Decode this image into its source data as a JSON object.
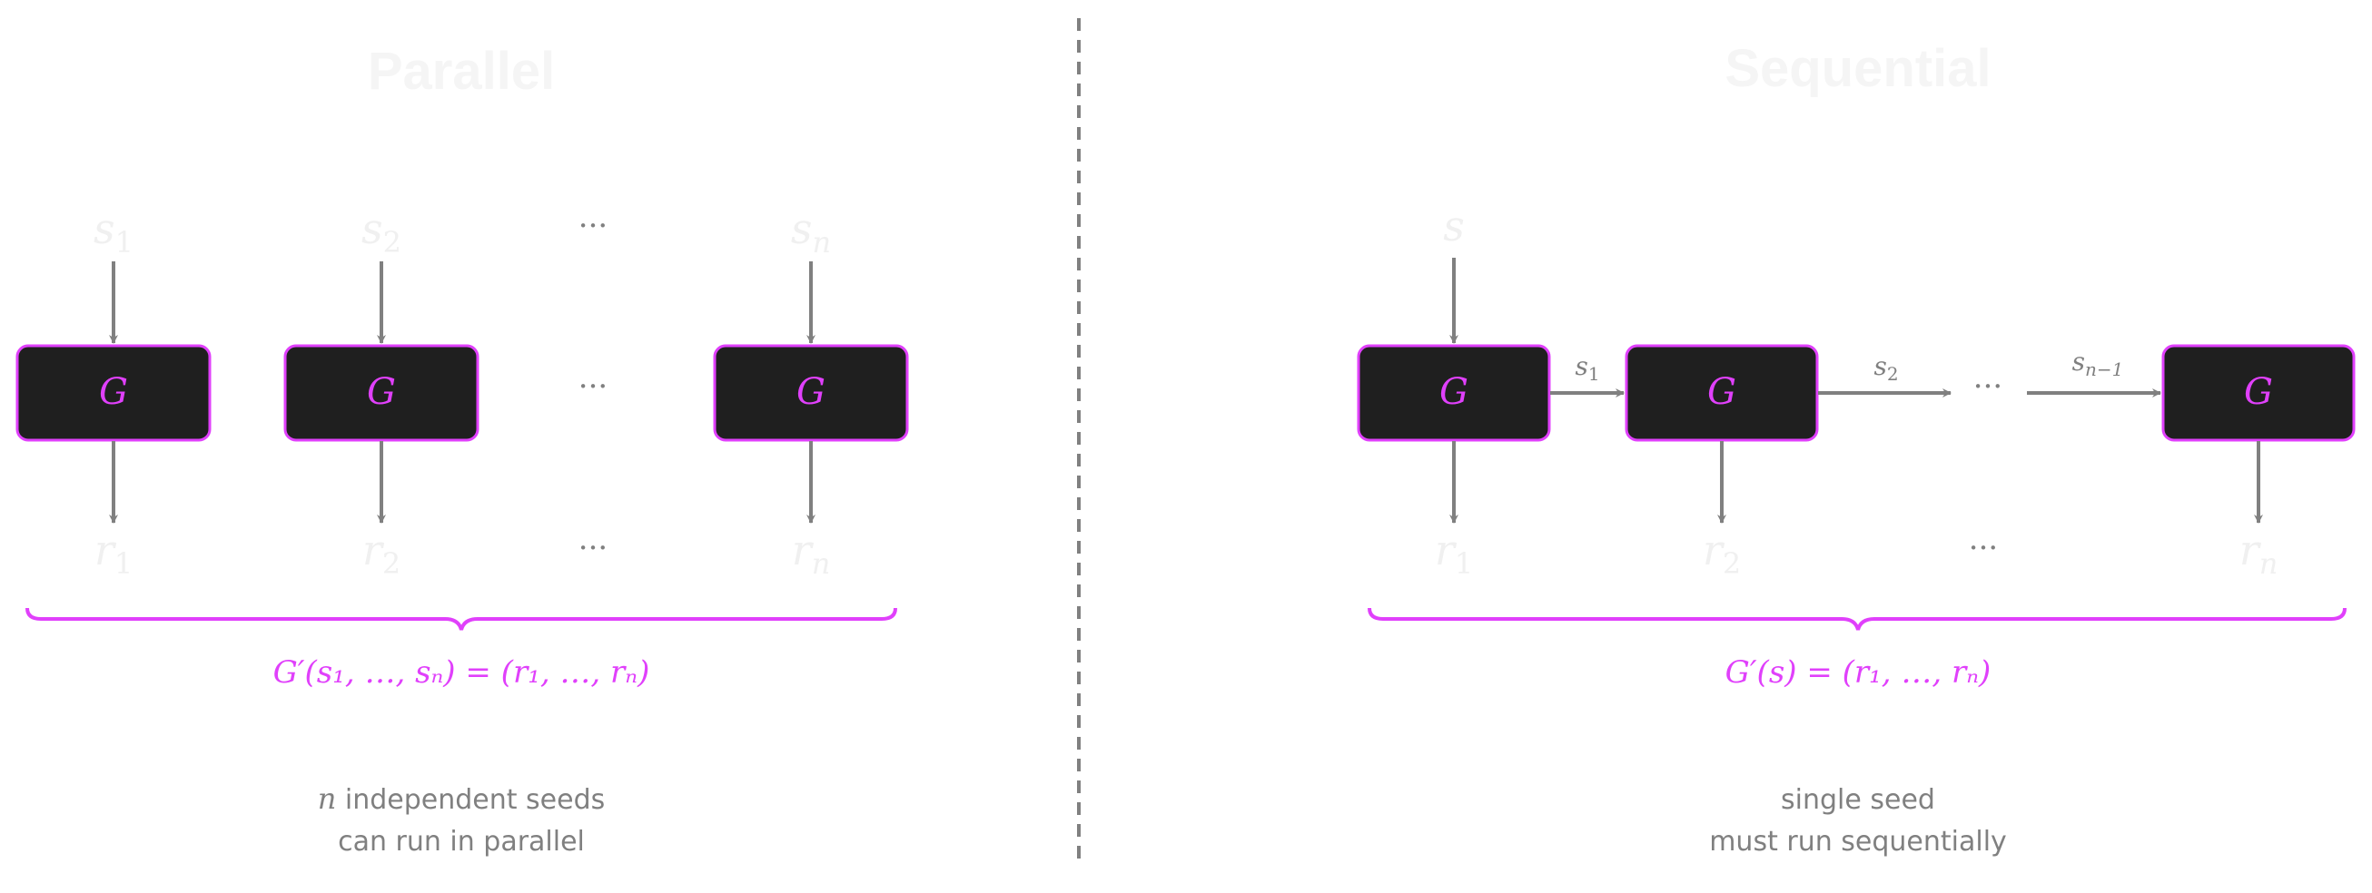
{
  "parallel": {
    "title": "Parallel",
    "inputs": [
      {
        "base": "s",
        "sub": "1"
      },
      {
        "base": "s",
        "sub": "2"
      },
      {
        "base": "s",
        "sub": "n"
      }
    ],
    "outputs": [
      {
        "base": "r",
        "sub": "1"
      },
      {
        "base": "r",
        "sub": "2"
      },
      {
        "base": "r",
        "sub": "n"
      }
    ],
    "box_label": "G",
    "ellipsis": "···",
    "formula": "G′(s₁, …, sₙ) = (r₁, …, rₙ)",
    "caption_var": "n",
    "caption_line1": " independent seeds",
    "caption_line2": "can run in parallel"
  },
  "sequential": {
    "title": "Sequential",
    "input": "s",
    "chain_labels": [
      {
        "base": "s",
        "sub": "1"
      },
      {
        "base": "s",
        "sub": "2"
      },
      {
        "base": "s",
        "sub": "n−1"
      }
    ],
    "outputs": [
      {
        "base": "r",
        "sub": "1"
      },
      {
        "base": "r",
        "sub": "2"
      },
      {
        "base": "r",
        "sub": "n"
      }
    ],
    "box_label": "G",
    "ellipsis": "···",
    "formula": "G′(s) = (r₁, …, rₙ)",
    "caption_line1": "single seed",
    "caption_line2": "must run sequentially"
  },
  "colors": {
    "accent": "#e040fb",
    "arrow": "#808080",
    "box_fill": "#1f1f1f"
  }
}
